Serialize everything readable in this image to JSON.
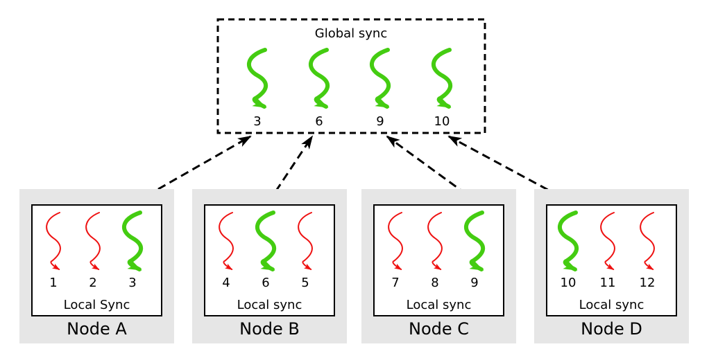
{
  "global": {
    "title": "Global sync",
    "threads": [
      {
        "id": "3",
        "kind": "sync"
      },
      {
        "id": "6",
        "kind": "sync"
      },
      {
        "id": "9",
        "kind": "sync"
      },
      {
        "id": "10",
        "kind": "sync"
      }
    ]
  },
  "nodes": [
    {
      "name": "Node A",
      "box_label": "Local Sync",
      "selected": "3",
      "threads": [
        {
          "id": "1",
          "kind": "local"
        },
        {
          "id": "2",
          "kind": "local"
        },
        {
          "id": "3",
          "kind": "sync"
        }
      ]
    },
    {
      "name": "Node B",
      "box_label": "Local sync",
      "selected": "6",
      "threads": [
        {
          "id": "4",
          "kind": "local"
        },
        {
          "id": "6",
          "kind": "sync"
        },
        {
          "id": "5",
          "kind": "local"
        }
      ]
    },
    {
      "name": "Node C",
      "box_label": "Local sync",
      "selected": "9",
      "threads": [
        {
          "id": "7",
          "kind": "local"
        },
        {
          "id": "8",
          "kind": "local"
        },
        {
          "id": "9",
          "kind": "sync"
        }
      ]
    },
    {
      "name": "Node D",
      "box_label": "Local sync",
      "selected": "10",
      "threads": [
        {
          "id": "10",
          "kind": "sync"
        },
        {
          "id": "11",
          "kind": "local"
        },
        {
          "id": "12",
          "kind": "local"
        }
      ]
    }
  ],
  "colors": {
    "sync": "#44cc11",
    "local": "#ee1111",
    "node_bg": "#e6e6e6",
    "stroke": "#000000"
  },
  "icons": {
    "sync": "squiggle-arrow-thick-green",
    "local": "squiggle-arrow-thin-red",
    "link": "dashed-arrow"
  }
}
